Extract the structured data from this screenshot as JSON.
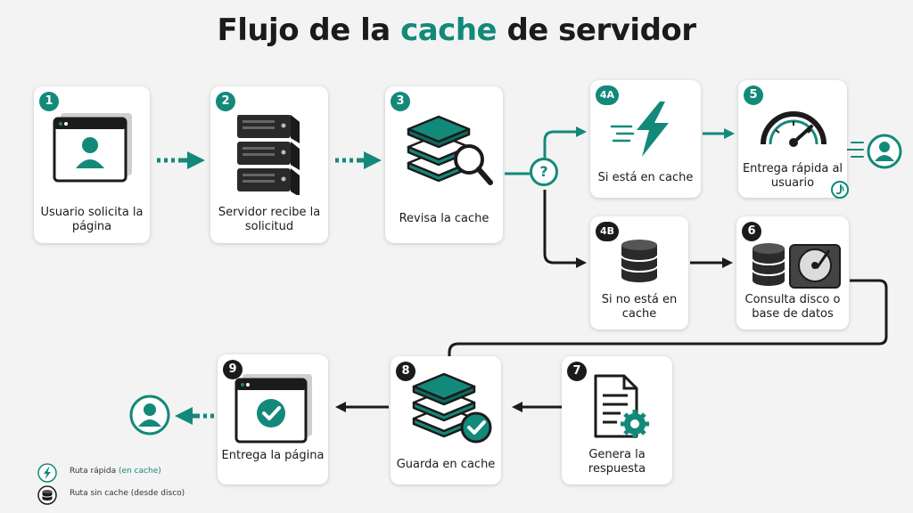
{
  "title": {
    "pre": "Flujo de la ",
    "accent": "cache",
    "post": " de servidor"
  },
  "steps": {
    "s1": {
      "badge": "1",
      "label": "Usuario solicita la página"
    },
    "s2": {
      "badge": "2",
      "label": "Servidor recibe la solicitud"
    },
    "s3": {
      "badge": "3",
      "label": "Revisa la cache"
    },
    "s4a": {
      "badge": "4A",
      "label": "Si está en cache"
    },
    "s5": {
      "badge": "5",
      "label": "Entrega rápida al usuario"
    },
    "s4b": {
      "badge": "4B",
      "label": "Si no está en cache"
    },
    "s6": {
      "badge": "6",
      "label": "Consulta disco o base de datos"
    },
    "s7": {
      "badge": "7",
      "label": "Genera la respuesta"
    },
    "s8": {
      "badge": "8",
      "label": "Guarda en cache"
    },
    "s9": {
      "badge": "9",
      "label": "Entrega la página"
    }
  },
  "decision": {
    "symbol": "?"
  },
  "legend": {
    "fast": {
      "text": "Ruta rápida ",
      "note": "(en cache)"
    },
    "slow": {
      "text": "Ruta sin cache ",
      "note": "(desde disco)"
    }
  },
  "colors": {
    "accent": "#13897a",
    "dark": "#1b1b1b",
    "card": "#ffffff",
    "background": "#f3f3f3"
  }
}
